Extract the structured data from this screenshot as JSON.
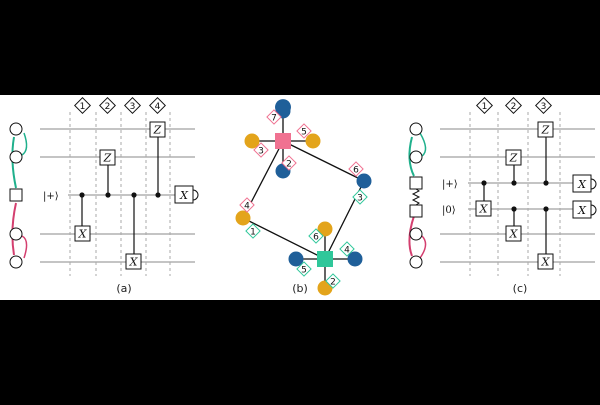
{
  "captions": {
    "a": "(a)",
    "b": "(b)",
    "c": "(c)"
  },
  "panel_a": {
    "steps": [
      "1",
      "2",
      "3",
      "4"
    ],
    "input_state": "|+⟩",
    "gates": {
      "z1": "Z",
      "z2": "Z",
      "x1": "X",
      "x2": "X",
      "x3": "X"
    }
  },
  "panel_b": {
    "top_labels": {
      "l7": "7",
      "l5": "5",
      "l3": "3",
      "l2": "2"
    },
    "left_labels": {
      "l4": "4",
      "l1": "1"
    },
    "right_labels": {
      "l6": "6",
      "l3": "3"
    },
    "bottom_labels": {
      "l6": "6",
      "l4": "4",
      "l5": "5",
      "l2": "2"
    },
    "colors": {
      "pink": "#f07291",
      "green": "#2fc79a",
      "blue": "#1f5f99",
      "orange": "#e3a41b"
    }
  },
  "panel_c": {
    "steps": [
      "1",
      "2",
      "3"
    ],
    "input_states": [
      "|+⟩",
      "|0⟩"
    ],
    "gates": {
      "z1": "Z",
      "z2": "Z",
      "x1": "X",
      "x2": "X",
      "x3": "X",
      "x4": "X",
      "x5": "X"
    }
  },
  "colors": {
    "teal": "#1fb08c",
    "magenta": "#d43f6f"
  }
}
